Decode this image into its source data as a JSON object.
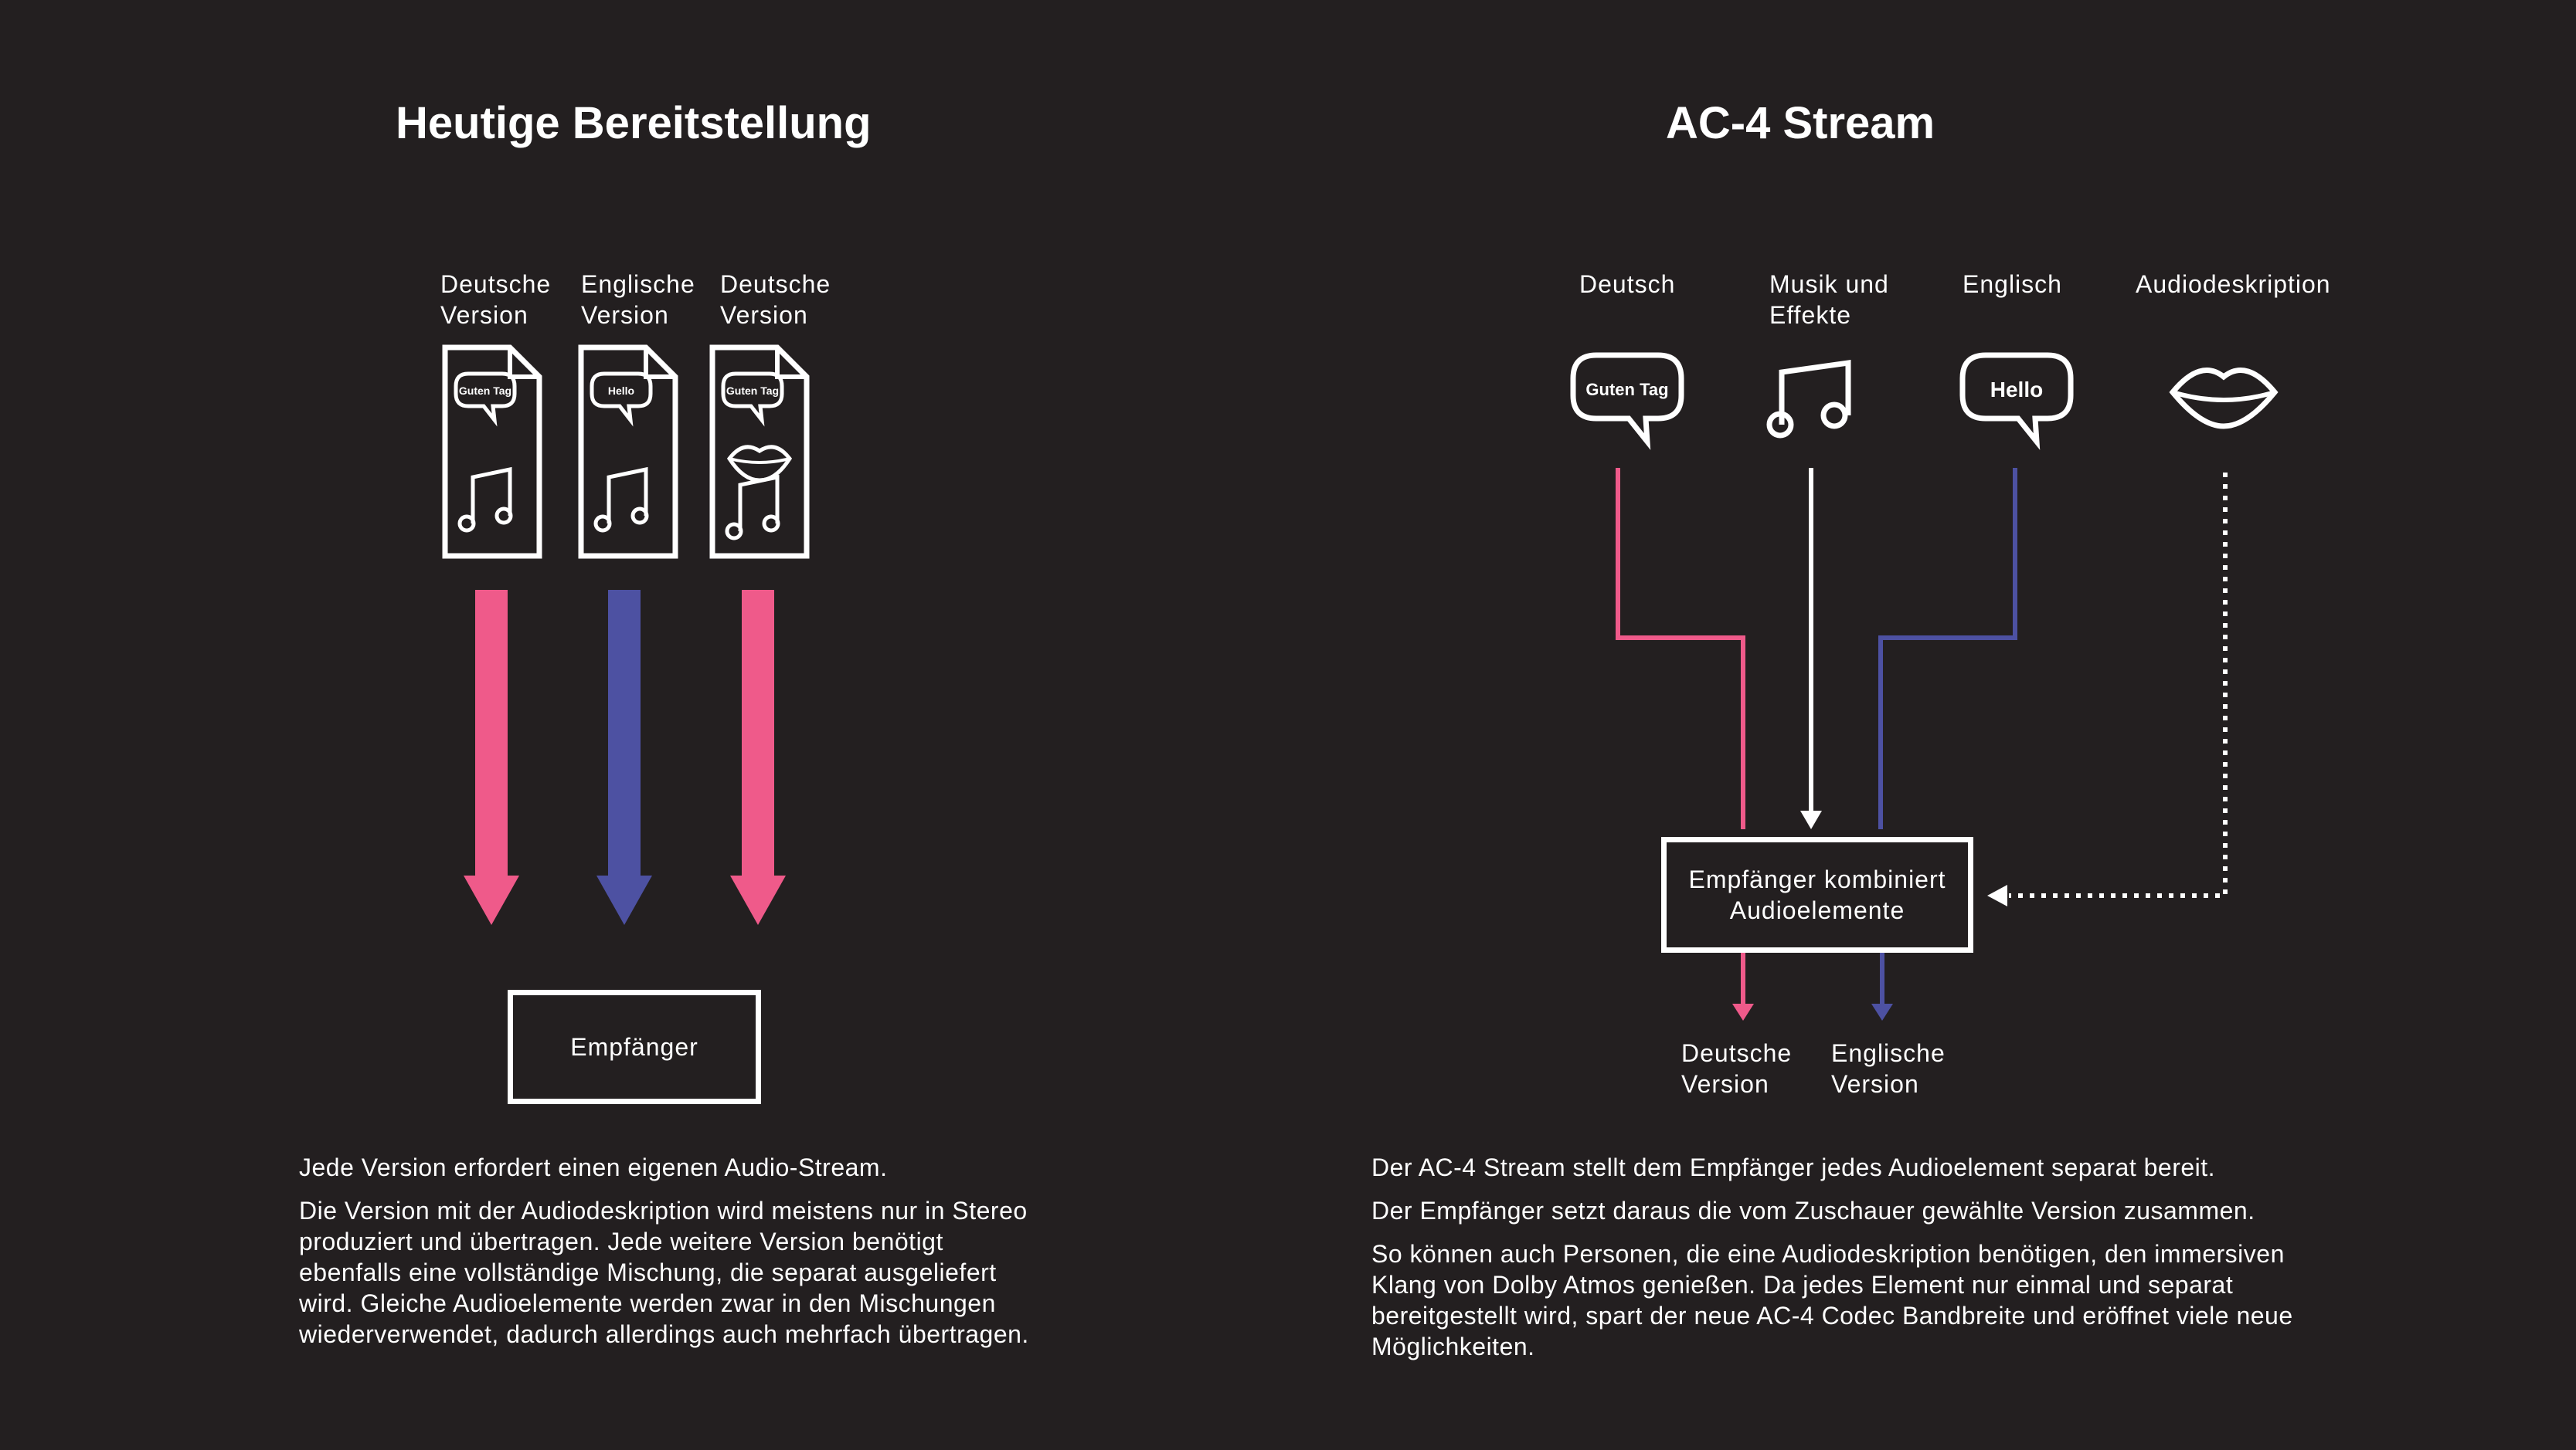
{
  "left": {
    "title": "Heutige Bereitstellung",
    "files": [
      {
        "label_line1": "Deutsche",
        "label_line2": "Version",
        "bubble": "Guten Tag",
        "has_lips": false
      },
      {
        "label_line1": "Englische",
        "label_line2": "Version",
        "bubble": "Hello",
        "has_lips": false
      },
      {
        "label_line1": "Deutsche",
        "label_line2": "Version",
        "bubble": "Guten Tag",
        "has_lips": true
      }
    ],
    "receiver": "Empfänger",
    "paragraphs": [
      "Jede Version erfordert einen eigenen Audio-Stream.",
      "Die Version mit der Audiodeskription wird meistens nur in Stereo produziert und übertragen. Jede weitere Version benötigt ebenfalls eine vollständige Mischung, die separat ausgeliefert wird. Gleiche Audioelemente werden zwar in den Mischungen wiederverwendet, dadurch allerdings auch mehrfach übertragen."
    ]
  },
  "right": {
    "title": "AC-4 Stream",
    "elements": [
      {
        "label_line1": "Deutsch",
        "label_line2": "",
        "icon": "speech-bubble-icon",
        "bubble": "Guten Tag"
      },
      {
        "label_line1": "Musik und",
        "label_line2": "Effekte",
        "icon": "music-note-icon",
        "bubble": ""
      },
      {
        "label_line1": "Englisch",
        "label_line2": "",
        "icon": "speech-bubble-icon",
        "bubble": "Hello"
      },
      {
        "label_line1": "Audiodeskription",
        "label_line2": "",
        "icon": "lips-icon",
        "bubble": ""
      }
    ],
    "combiner_line1": "Empfänger kombiniert",
    "combiner_line2": "Audioelemente",
    "outputs": [
      {
        "label_line1": "Deutsche",
        "label_line2": "Version"
      },
      {
        "label_line1": "Englische",
        "label_line2": "Version"
      }
    ],
    "paragraphs": [
      "Der AC-4 Stream stellt dem Empfänger jedes Audioelement separat bereit.",
      "Der Empfänger setzt daraus die vom Zuschauer gewählte Version zusammen.",
      "So können auch Personen, die eine Audiodeskription benötigen, den immersiven Klang von Dolby Atmos genießen. Da jedes Element nur einmal und separat bereitgestellt wird, spart der neue AC-4 Codec Bandbreite und eröffnet viele neue Möglichkeiten."
    ]
  },
  "colors": {
    "background": "#231f20",
    "german": "#ef5a8a",
    "english": "#4d51a2",
    "neutral": "#ffffff"
  }
}
